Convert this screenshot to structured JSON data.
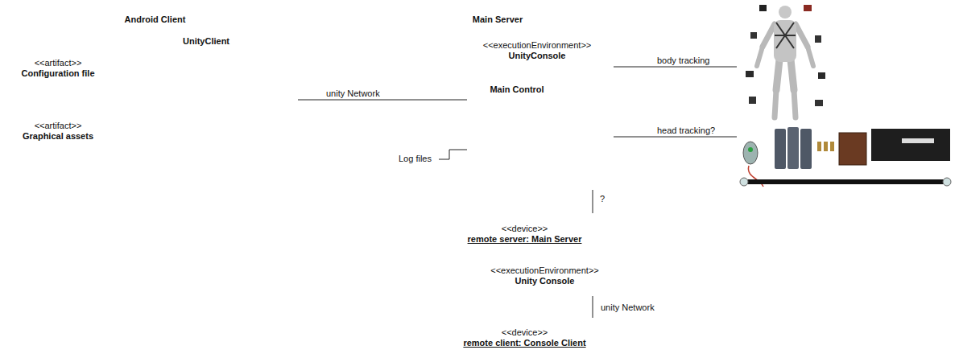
{
  "diagram": {
    "nodes": [
      {
        "text": [
          "Android Client"
        ]
      },
      {
        "text": [
          "<<artifact>>",
          "Configuration file"
        ],
        "in": 0
      },
      {
        "text": [
          "<<artifact>>",
          "Graphical assets"
        ],
        "in": 0
      },
      {
        "text": [
          "UnityClient"
        ],
        "in": 0
      },
      {
        "text": [
          "Main Server"
        ]
      },
      {
        "text": [
          "<<executionEnvironment>>",
          "UnityConsole"
        ],
        "in": 4
      },
      {
        "text": [
          "Main Control"
        ],
        "in": 5
      },
      {
        "text": [
          "Log files"
        ],
        "in": 4
      },
      {
        "text": [
          "<<device>>",
          "remote server: Main Server"
        ]
      },
      {
        "text": [
          "<<executionEnvironment>>",
          "Unity Console"
        ],
        "in": 8
      },
      {
        "text": [
          "<<device>>",
          "remote client: Console Client"
        ]
      }
    ],
    "edges": [
      {
        "from": 3,
        "to": 5,
        "label": "unity Network",
        "arrow": "none"
      },
      {
        "from": 7,
        "to": 5,
        "arrow": "none"
      },
      {
        "from": 4,
        "to": 8,
        "label": "?",
        "arrow": "none"
      },
      {
        "from": 9,
        "to": 10,
        "label": "unity Network",
        "arrow": "none"
      }
    ],
    "labels": [
      "body tracking",
      "head tracking?"
    ]
  }
}
